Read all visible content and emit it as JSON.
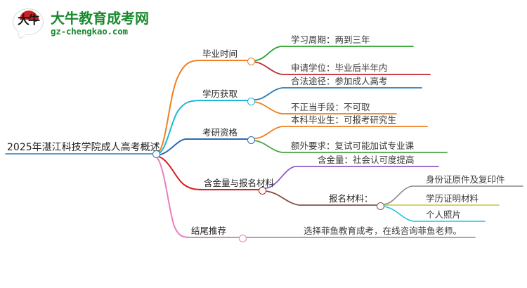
{
  "brand": {
    "mark_text": "大牛",
    "title": "大牛教育成考网",
    "url": "gz-chengkao.com",
    "title_color": "#1a8a2e",
    "accent_color": "#cf1f1f"
  },
  "mindmap": {
    "root": {
      "label": "2025年湛江科技学院成人高考概述",
      "node_color": "#2b7bb9",
      "underline_color": "#2b7bb9"
    },
    "branches": [
      {
        "label": "毕业时间",
        "color": "#ef8021",
        "node_color": "#ef8021",
        "children": [
          {
            "label": "学习周期：两到三年",
            "color": "#2aa12a"
          },
          {
            "label": "申请学位：毕业后半年内",
            "color": "#c2252b"
          }
        ]
      },
      {
        "label": "学历获取",
        "color": "#1fb6d8",
        "node_color": "#1fb6d8",
        "children": [
          {
            "label": "合法途径：参加成人高考",
            "color": "#2b7bb9"
          },
          {
            "label": "不正当手段：不可取",
            "color": "#ef8021"
          }
        ]
      },
      {
        "label": "考研资格",
        "color": "#2b6cb0",
        "node_color": "#2b6cb0",
        "children": [
          {
            "label": "本科毕业生：可报考研究生",
            "color": "#ef8021"
          },
          {
            "label": "额外要求：复试可能加试专业课",
            "color": "#4aa544"
          }
        ]
      },
      {
        "label": "含金量与报名材料",
        "color": "#d81f1f",
        "node_color": "#d81f1f",
        "children": [
          {
            "label": "含金量：社会认可度提高",
            "color": "#8b5cc7"
          },
          {
            "label": "报名材料：",
            "color": "#8a5244",
            "node_color": "#8a5244",
            "children": [
              {
                "label": "身份证原件及复印件",
                "color": "#8a8a8a"
              },
              {
                "label": "学历证明材料",
                "color": "#c5c63a"
              },
              {
                "label": "个人照片",
                "color": "#1fc4de"
              }
            ]
          }
        ]
      },
      {
        "label": "结尾推荐",
        "color": "#e87ec0",
        "node_color": "#e87ec0",
        "children": [
          {
            "label": "选择菲鱼教育成考，在线咨询菲鱼老师。",
            "color": "#8a8a8a"
          }
        ]
      }
    ]
  }
}
